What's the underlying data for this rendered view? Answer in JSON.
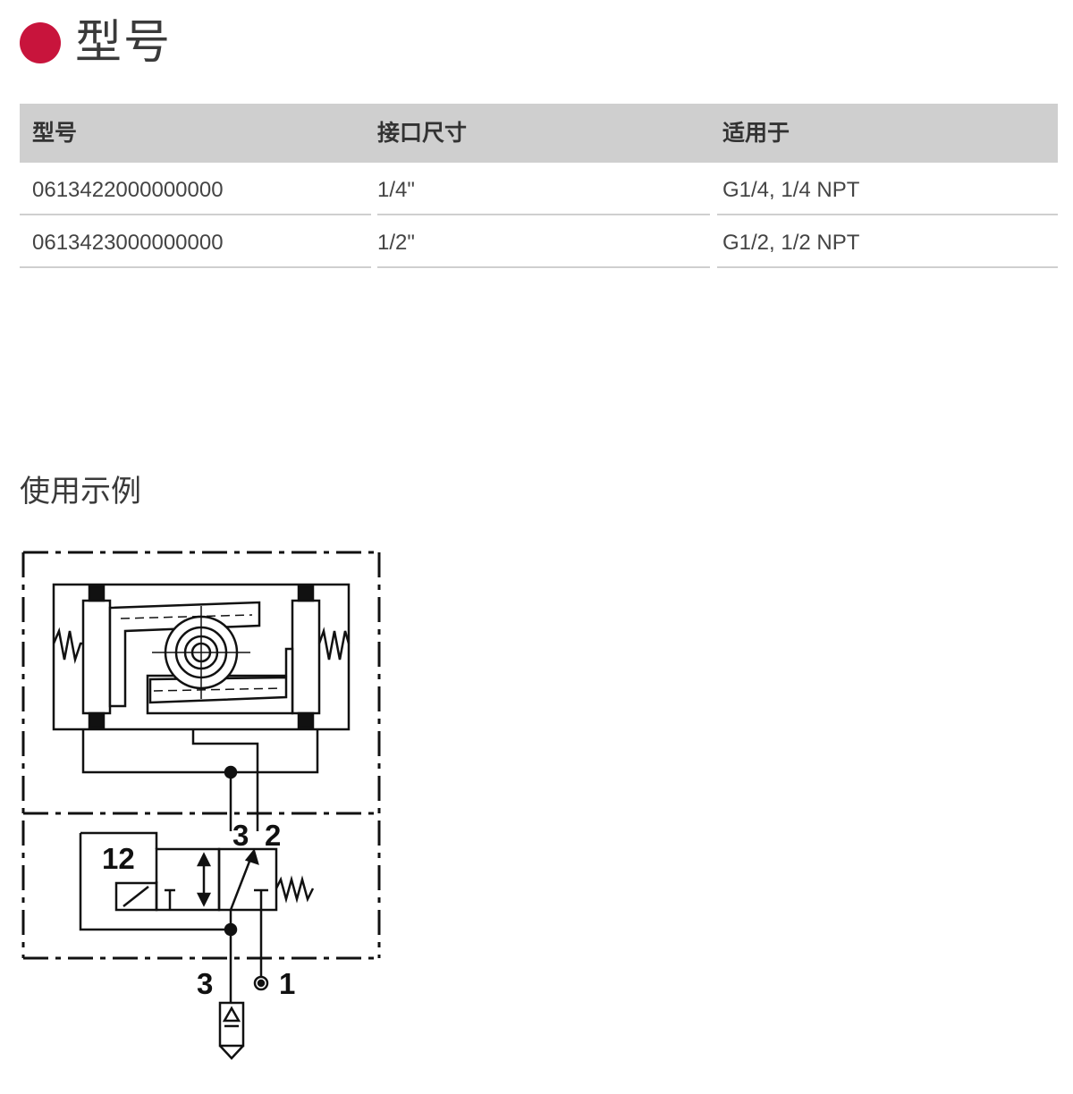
{
  "section": {
    "title": "型号",
    "dot_color": "#c8143c"
  },
  "table": {
    "headers": [
      "型号",
      "接口尺寸",
      "适用于"
    ],
    "rows": [
      [
        "0613422000000000",
        "1/4\"",
        "G1/4, 1/4 NPT"
      ],
      [
        "0613423000000000",
        "1/2\"",
        "G1/2, 1/2 NPT"
      ]
    ]
  },
  "example": {
    "label": "使用示例",
    "port_labels": {
      "valve_3": "3",
      "valve_2": "2",
      "pilot_12": "12",
      "bottom_3": "3",
      "bottom_1": "1"
    }
  }
}
